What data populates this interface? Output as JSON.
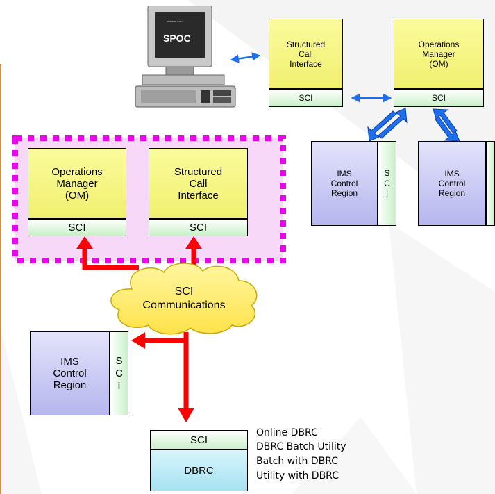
{
  "colors": {
    "accent_orange": "#d98a3e",
    "sysplex_fill": "#f8d8f8",
    "sysplex_border": "#f000f0",
    "red_arrow": "#ff0000",
    "blue_arrow": "#1e6ff0"
  },
  "spoc": {
    "label": "SPOC"
  },
  "top_right": {
    "sci_box": {
      "label": "Structured\nCall\nInterface",
      "sci": "SCI"
    },
    "om_box": {
      "label": "Operations\nManager\n(OM)",
      "sci": "SCI"
    },
    "ims1": {
      "label": "IMS\nControl\nRegion",
      "sci": "SCI"
    },
    "ims2": {
      "label": "IMS\nControl\nRegion"
    }
  },
  "sysplex": {
    "om_box": {
      "label": "Operations\nManager\n(OM)",
      "sci": "SCI"
    },
    "sci_box": {
      "label": "Structured\nCall\nInterface",
      "sci": "SCI"
    }
  },
  "cloud": {
    "label": "SCI\nCommunications"
  },
  "ims_left": {
    "label": "IMS\nControl\nRegion",
    "sci": "SCI"
  },
  "dbrc": {
    "sci": "SCI",
    "label": "DBRC"
  },
  "dbrc_users": [
    "Online DBRC",
    "DBRC Batch Utility",
    "Batch with DBRC",
    "Utility with DBRC"
  ]
}
